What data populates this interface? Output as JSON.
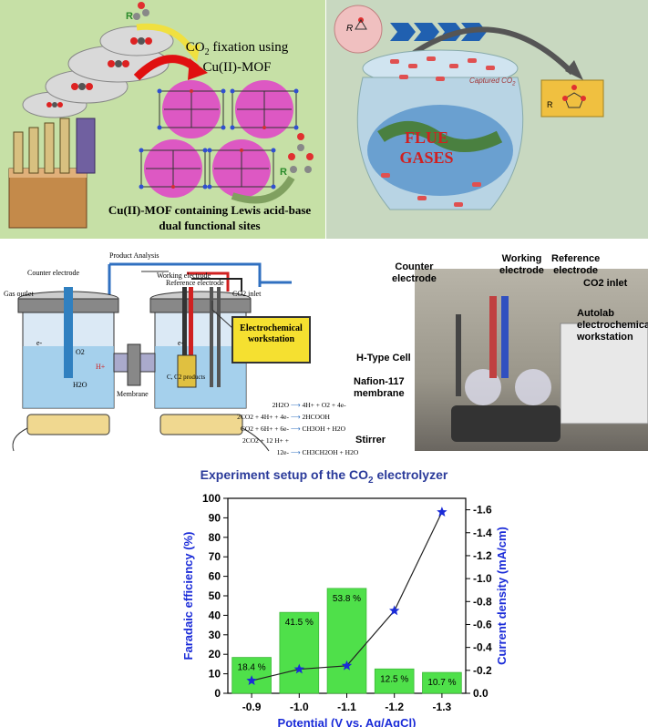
{
  "panel_mof": {
    "title_line1": "CO",
    "title_sub": "2",
    "title_line1_rest": " fixation using",
    "title_line2": "Cu(II)-MOF",
    "caption_line1": "Cu(II)-MOF containing Lewis acid-base",
    "caption_line2": "dual functional sites",
    "label_r_top": "R",
    "label_r_bottom": "R"
  },
  "panel_globe": {
    "label_r": "R",
    "captured": "Captured CO",
    "captured_sub": "2",
    "flue_line1": "FLUE",
    "flue_line2": "GASES",
    "product_r": "R"
  },
  "schematic": {
    "product_analysis": "Product Analysis",
    "counter_electrode": "Counter electrode",
    "working_electrode": "Working electrode",
    "reference_electrode": "Reference electrode",
    "gas_outlet": "Gas outlet",
    "co2_inlet": "CO2 inlet",
    "workstation_line1": "Electrochemical",
    "workstation_line2": "workstation",
    "membrane": "Membrane",
    "h_plus": "H+",
    "h2o": "H2O",
    "o2": "O2",
    "products": "C, C2 products",
    "e_minus": "e-",
    "reactions": [
      [
        "2H2O",
        "4H+ + O2 + 4e-"
      ],
      [
        "2CO2 + 4H+ + 4e-",
        "2HCOOH"
      ],
      [
        "CO2 + 6H+ + 6e-",
        "CH3OH + H2O"
      ],
      [
        "2CO2 + 12 H+ + 12e-",
        "CH3CH2OH + H2O"
      ]
    ]
  },
  "photo": {
    "counter_electrode": [
      "Counter",
      "electrode"
    ],
    "working_electrode": [
      "Working",
      "electrode"
    ],
    "reference_electrode": [
      "Reference",
      "electrode"
    ],
    "co2_inlet": "CO2 inlet",
    "autolab": [
      "Autolab",
      "electrochemical",
      "workstation"
    ],
    "h_type_cell": "H-Type Cell",
    "nafion": [
      "Nafion-117",
      "membrane"
    ],
    "stirrer": "Stirrer"
  },
  "setup_title": {
    "text": "Experiment setup of the CO",
    "sub": "2",
    "rest": " electrolyzer"
  },
  "chart_data": {
    "type": "bar",
    "categories": [
      "-0.9",
      "-1.0",
      "-1.1",
      "-1.2",
      "-1.3"
    ],
    "series": [
      {
        "name": "Faradaic efficiency",
        "type": "bar",
        "values": [
          18.4,
          41.5,
          53.8,
          12.5,
          10.7
        ]
      },
      {
        "name": "Current density",
        "type": "line",
        "values": [
          -0.11,
          -0.21,
          -0.24,
          -0.72,
          -1.58
        ]
      }
    ],
    "bar_labels": [
      "18.4 %",
      "41.5 %",
      "53.8 %",
      "12.5 %",
      "10.7 %"
    ],
    "xlabel": "Potential (V vs. Ag/AgCl)",
    "ylabel": "Faradaic efficiency (%)",
    "y2label": "Current density (mA/cm)",
    "ylim": [
      0,
      100
    ],
    "y2lim": [
      0,
      -1.7
    ],
    "yticks": [
      "0",
      "10",
      "20",
      "30",
      "40",
      "50",
      "60",
      "70",
      "80",
      "90",
      "100"
    ],
    "y2ticks": [
      "0.0",
      "-0.2",
      "-0.4",
      "-0.6",
      "-0.8",
      "-1.0",
      "-1.2",
      "-1.4",
      "-1.6"
    ],
    "colors": {
      "bar": "#4fe04a",
      "line": "#222222",
      "marker": "#1a2bd8",
      "axis_label": "#1a2bd8"
    }
  }
}
